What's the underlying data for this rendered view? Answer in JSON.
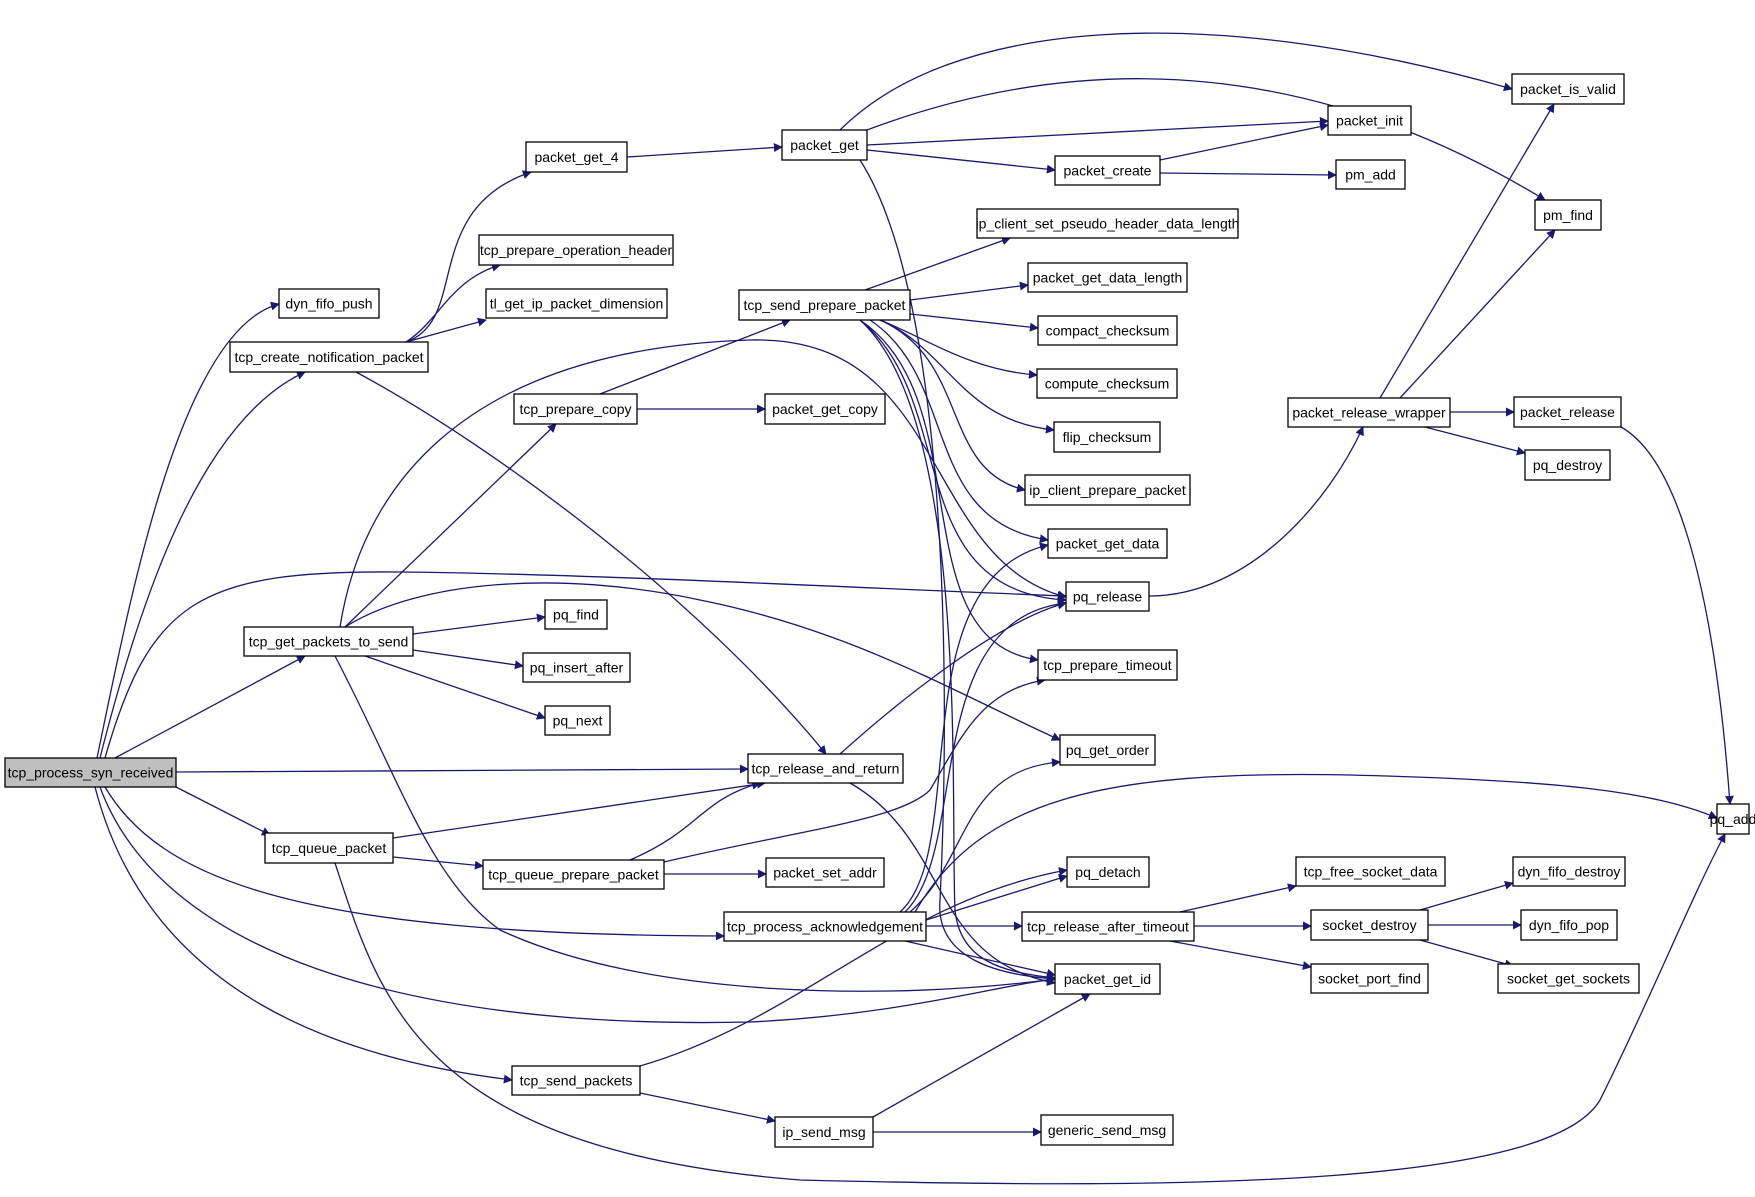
{
  "graph": {
    "root": "tcp_process_syn_received",
    "colors": {
      "edge": "#191970",
      "root_fill": "#bfbfbf",
      "node_fill": "#ffffff",
      "node_border": "#000000"
    },
    "nodes": [
      {
        "id": "tcp_process_syn_received",
        "label": "tcp_process_syn_received"
      },
      {
        "id": "dyn_fifo_push",
        "label": "dyn_fifo_push"
      },
      {
        "id": "tcp_create_notification_packet",
        "label": "tcp_create_notification_packet"
      },
      {
        "id": "packet_get_4",
        "label": "packet_get_4"
      },
      {
        "id": "tcp_prepare_operation_header",
        "label": "tcp_prepare_operation_header"
      },
      {
        "id": "tl_get_ip_packet_dimension",
        "label": "tl_get_ip_packet_dimension"
      },
      {
        "id": "tcp_release_and_return",
        "label": "tcp_release_and_return"
      },
      {
        "id": "tcp_get_packets_to_send",
        "label": "tcp_get_packets_to_send"
      },
      {
        "id": "tcp_prepare_copy",
        "label": "tcp_prepare_copy"
      },
      {
        "id": "pq_find",
        "label": "pq_find"
      },
      {
        "id": "pq_insert_after",
        "label": "pq_insert_after"
      },
      {
        "id": "pq_next",
        "label": "pq_next"
      },
      {
        "id": "tcp_queue_packet",
        "label": "tcp_queue_packet"
      },
      {
        "id": "tcp_queue_prepare_packet",
        "label": "tcp_queue_prepare_packet"
      },
      {
        "id": "tcp_process_acknowledgement",
        "label": "tcp_process_acknowledgement"
      },
      {
        "id": "tcp_send_packets",
        "label": "tcp_send_packets"
      },
      {
        "id": "ip_send_msg",
        "label": "ip_send_msg"
      },
      {
        "id": "packet_get",
        "label": "packet_get"
      },
      {
        "id": "tcp_send_prepare_packet",
        "label": "tcp_send_prepare_packet"
      },
      {
        "id": "packet_get_copy",
        "label": "packet_get_copy"
      },
      {
        "id": "packet_set_addr",
        "label": "packet_set_addr"
      },
      {
        "id": "packet_create",
        "label": "packet_create"
      },
      {
        "id": "ip_client_set_pseudo_header_data_length",
        "label": "ip_client_set_pseudo_header_data_length"
      },
      {
        "id": "packet_get_data_length",
        "label": "packet_get_data_length"
      },
      {
        "id": "compact_checksum",
        "label": "compact_checksum"
      },
      {
        "id": "compute_checksum",
        "label": "compute_checksum"
      },
      {
        "id": "flip_checksum",
        "label": "flip_checksum"
      },
      {
        "id": "ip_client_prepare_packet",
        "label": "ip_client_prepare_packet"
      },
      {
        "id": "packet_get_data",
        "label": "packet_get_data"
      },
      {
        "id": "pq_release",
        "label": "pq_release"
      },
      {
        "id": "tcp_prepare_timeout",
        "label": "tcp_prepare_timeout"
      },
      {
        "id": "pq_get_order",
        "label": "pq_get_order"
      },
      {
        "id": "pq_detach",
        "label": "pq_detach"
      },
      {
        "id": "tcp_release_after_timeout",
        "label": "tcp_release_after_timeout"
      },
      {
        "id": "packet_get_id",
        "label": "packet_get_id"
      },
      {
        "id": "generic_send_msg",
        "label": "generic_send_msg"
      },
      {
        "id": "packet_init",
        "label": "packet_init"
      },
      {
        "id": "pm_add",
        "label": "pm_add"
      },
      {
        "id": "tcp_free_socket_data",
        "label": "tcp_free_socket_data"
      },
      {
        "id": "socket_destroy",
        "label": "socket_destroy"
      },
      {
        "id": "socket_port_find",
        "label": "socket_port_find"
      },
      {
        "id": "packet_is_valid",
        "label": "packet_is_valid"
      },
      {
        "id": "pm_find",
        "label": "pm_find"
      },
      {
        "id": "packet_release_wrapper",
        "label": "packet_release_wrapper"
      },
      {
        "id": "packet_release",
        "label": "packet_release"
      },
      {
        "id": "pq_destroy",
        "label": "pq_destroy"
      },
      {
        "id": "dyn_fifo_destroy",
        "label": "dyn_fifo_destroy"
      },
      {
        "id": "dyn_fifo_pop",
        "label": "dyn_fifo_pop"
      },
      {
        "id": "socket_get_sockets",
        "label": "socket_get_sockets"
      },
      {
        "id": "pq_add",
        "label": "pq_add"
      }
    ],
    "edges": [
      [
        "tcp_process_syn_received",
        "dyn_fifo_push"
      ],
      [
        "tcp_process_syn_received",
        "tcp_create_notification_packet"
      ],
      [
        "tcp_process_syn_received",
        "pq_release"
      ],
      [
        "tcp_process_syn_received",
        "tcp_get_packets_to_send"
      ],
      [
        "tcp_process_syn_received",
        "tcp_release_and_return"
      ],
      [
        "tcp_process_syn_received",
        "tcp_queue_packet"
      ],
      [
        "tcp_process_syn_received",
        "tcp_process_acknowledgement"
      ],
      [
        "tcp_process_syn_received",
        "packet_get_id"
      ],
      [
        "tcp_process_syn_received",
        "tcp_send_packets"
      ],
      [
        "tcp_create_notification_packet",
        "packet_get_4"
      ],
      [
        "tcp_create_notification_packet",
        "tcp_prepare_operation_header"
      ],
      [
        "tcp_create_notification_packet",
        "tl_get_ip_packet_dimension"
      ],
      [
        "tcp_create_notification_packet",
        "tcp_release_and_return"
      ],
      [
        "packet_get_4",
        "packet_get"
      ],
      [
        "packet_get",
        "packet_is_valid"
      ],
      [
        "packet_get",
        "pm_find"
      ],
      [
        "packet_get",
        "packet_init"
      ],
      [
        "packet_get",
        "packet_create"
      ],
      [
        "packet_get",
        "packet_get_id"
      ],
      [
        "packet_create",
        "packet_init"
      ],
      [
        "packet_create",
        "pm_add"
      ],
      [
        "tcp_get_packets_to_send",
        "tcp_prepare_copy"
      ],
      [
        "tcp_get_packets_to_send",
        "pq_find"
      ],
      [
        "tcp_get_packets_to_send",
        "pq_insert_after"
      ],
      [
        "tcp_get_packets_to_send",
        "pq_next"
      ],
      [
        "tcp_get_packets_to_send",
        "pq_get_order"
      ],
      [
        "tcp_get_packets_to_send",
        "pq_release"
      ],
      [
        "tcp_get_packets_to_send",
        "packet_get_id"
      ],
      [
        "tcp_prepare_copy",
        "tcp_send_prepare_packet"
      ],
      [
        "tcp_prepare_copy",
        "packet_get_copy"
      ],
      [
        "tcp_send_prepare_packet",
        "ip_client_set_pseudo_header_data_length"
      ],
      [
        "tcp_send_prepare_packet",
        "packet_get_data_length"
      ],
      [
        "tcp_send_prepare_packet",
        "compact_checksum"
      ],
      [
        "tcp_send_prepare_packet",
        "compute_checksum"
      ],
      [
        "tcp_send_prepare_packet",
        "flip_checksum"
      ],
      [
        "tcp_send_prepare_packet",
        "ip_client_prepare_packet"
      ],
      [
        "tcp_send_prepare_packet",
        "packet_get_data"
      ],
      [
        "tcp_send_prepare_packet",
        "pq_release"
      ],
      [
        "tcp_send_prepare_packet",
        "tcp_prepare_timeout"
      ],
      [
        "tcp_send_prepare_packet",
        "packet_get_id"
      ],
      [
        "tcp_release_and_return",
        "pq_release"
      ],
      [
        "tcp_release_and_return",
        "packet_get_id"
      ],
      [
        "tcp_queue_packet",
        "tcp_release_and_return"
      ],
      [
        "tcp_queue_packet",
        "tcp_queue_prepare_packet"
      ],
      [
        "tcp_queue_packet",
        "pq_add"
      ],
      [
        "tcp_queue_prepare_packet",
        "tcp_release_and_return"
      ],
      [
        "tcp_queue_prepare_packet",
        "packet_set_addr"
      ],
      [
        "tcp_queue_prepare_packet",
        "tcp_prepare_timeout"
      ],
      [
        "tcp_process_acknowledgement",
        "packet_get_data"
      ],
      [
        "tcp_process_acknowledgement",
        "pq_release"
      ],
      [
        "tcp_process_acknowledgement",
        "pq_get_order"
      ],
      [
        "tcp_process_acknowledgement",
        "pq_add"
      ],
      [
        "tcp_process_acknowledgement",
        "pq_detach"
      ],
      [
        "tcp_process_acknowledgement",
        "tcp_release_after_timeout"
      ],
      [
        "tcp_process_acknowledgement",
        "packet_get_id"
      ],
      [
        "tcp_release_after_timeout",
        "tcp_free_socket_data"
      ],
      [
        "tcp_release_after_timeout",
        "socket_destroy"
      ],
      [
        "tcp_release_after_timeout",
        "socket_port_find"
      ],
      [
        "socket_destroy",
        "dyn_fifo_destroy"
      ],
      [
        "socket_destroy",
        "dyn_fifo_pop"
      ],
      [
        "socket_destroy",
        "socket_get_sockets"
      ],
      [
        "tcp_send_packets",
        "pq_detach"
      ],
      [
        "tcp_send_packets",
        "ip_send_msg"
      ],
      [
        "ip_send_msg",
        "packet_get_id"
      ],
      [
        "ip_send_msg",
        "generic_send_msg"
      ],
      [
        "pq_release",
        "packet_release_wrapper"
      ],
      [
        "packet_release_wrapper",
        "packet_is_valid"
      ],
      [
        "packet_release_wrapper",
        "pm_find"
      ],
      [
        "packet_release_wrapper",
        "packet_release"
      ],
      [
        "packet_release_wrapper",
        "pq_destroy"
      ],
      [
        "packet_release",
        "pq_add"
      ]
    ]
  }
}
